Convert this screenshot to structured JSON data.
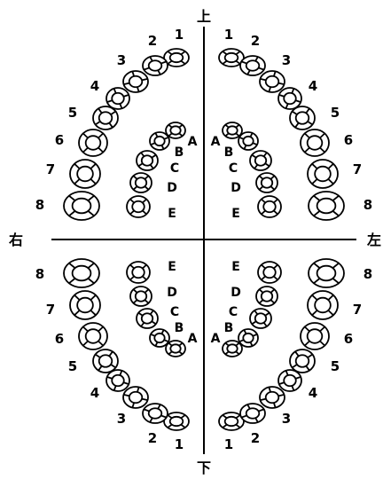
{
  "directions": {
    "top": "上",
    "bottom": "下",
    "right": "右",
    "left": "左"
  },
  "permanent_labels": [
    "1",
    "2",
    "3",
    "4",
    "5",
    "6",
    "7",
    "8"
  ],
  "primary_labels": [
    "A",
    "B",
    "C",
    "D",
    "E"
  ]
}
